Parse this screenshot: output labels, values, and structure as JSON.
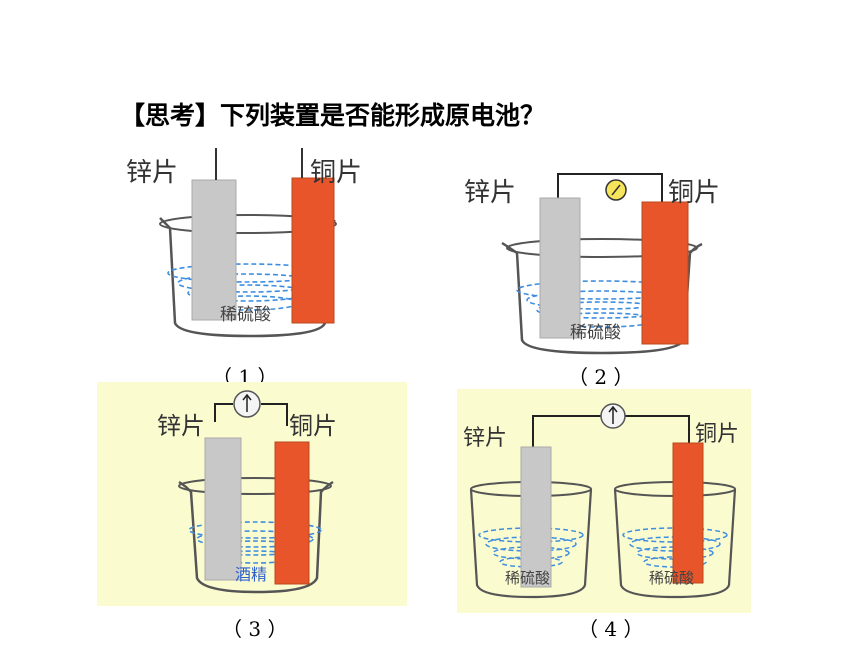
{
  "title": "【思考】下列装置是否能形成原电池？",
  "colors": {
    "panel_bg": "#fbfbd0",
    "copper": "#e8552a",
    "zinc": "#c8c8c8",
    "liquid_lines": "#3e8ee0",
    "glass": "#555555"
  },
  "panels": [
    {
      "caption": "（ 1 ）",
      "zinc_label": "锌片",
      "copper_label": "铜片",
      "solution": "稀硫酸",
      "meter": "none"
    },
    {
      "caption": "（ 2 ）",
      "zinc_label": "锌片",
      "copper_label": "铜片",
      "solution": "稀硫酸",
      "meter": "galvanometer-icon"
    },
    {
      "caption": "（ 3 ）",
      "zinc_label": "锌片",
      "copper_label": "铜片",
      "solution": "酒精",
      "meter": "galvanometer-icon"
    },
    {
      "caption": "（ 4 ）",
      "zinc_label": "锌片",
      "copper_label": "铜片",
      "solution_left": "稀硫酸",
      "solution_right": "稀硫酸",
      "meter": "galvanometer-icon"
    }
  ]
}
